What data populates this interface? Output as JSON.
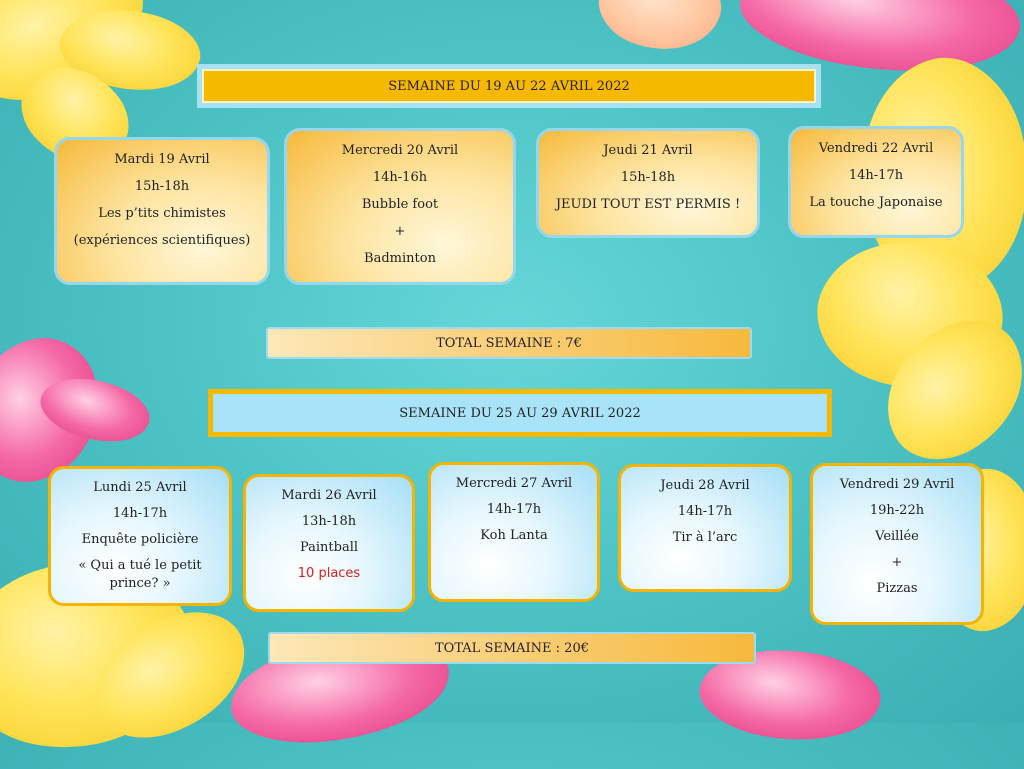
{
  "week1": {
    "title": "SEMAINE DU 19 AU 22 AVRIL 2022",
    "days": [
      {
        "date": "Mardi 19 Avril",
        "time": "15h-18h",
        "lines": [
          "Les p’tits chimistes",
          "(expériences scientifiques)"
        ]
      },
      {
        "date": "Mercredi 20 Avril",
        "time": "14h-16h",
        "lines": [
          "Bubble foot",
          "+",
          "Badminton"
        ]
      },
      {
        "date": "Jeudi 21 Avril",
        "time": "15h-18h",
        "lines": [
          "JEUDI TOUT EST PERMIS !"
        ]
      },
      {
        "date": "Vendredi 22 Avril",
        "time": "14h-17h",
        "lines": [
          "La touche Japonaise"
        ]
      }
    ],
    "total": "TOTAL SEMAINE : 7€"
  },
  "week2": {
    "title": "SEMAINE DU 25 AU 29 AVRIL 2022",
    "days": [
      {
        "date": "Lundi 25 Avril",
        "time": "14h-17h",
        "lines": [
          "Enquête policière",
          "« Qui a tué le petit prince? »"
        ]
      },
      {
        "date": "Mardi 26 Avril",
        "time": "13h-18h",
        "lines": [
          "Paintball"
        ],
        "note": "10 places"
      },
      {
        "date": "Mercredi 27 Avril",
        "time": "14h-17h",
        "lines": [
          "Koh Lanta"
        ]
      },
      {
        "date": "Jeudi 28 Avril",
        "time": "14h-17h",
        "lines": [
          "Tir à l’arc"
        ]
      },
      {
        "date": "Vendredi 29 Avril",
        "time": "19h-22h",
        "lines": [
          "Veillée",
          "+",
          "Pizzas"
        ]
      }
    ],
    "total": "TOTAL SEMAINE : 20€"
  },
  "colors": {
    "accent_yellow": "#f7b800",
    "accent_blue": "#a6e2f4",
    "note_red": "#d8201c",
    "background": "#4fc4c6"
  }
}
